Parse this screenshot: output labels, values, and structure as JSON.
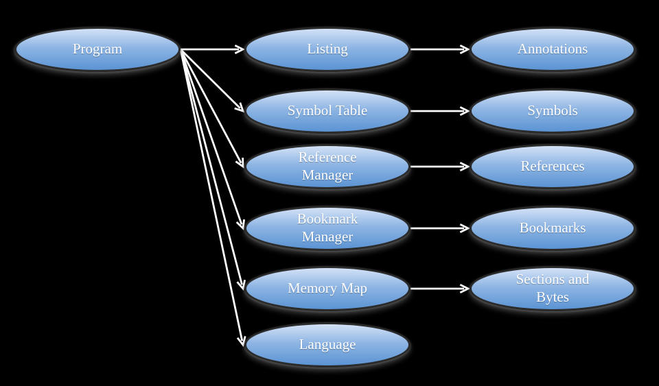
{
  "diagram": {
    "title": "Program object model diagram",
    "colors": {
      "background": "#000000",
      "node_top": "#d3e2f6",
      "node_mid": "#8fb6e4",
      "node_bottom": "#5b93d3",
      "node_border": "#2b2b2b",
      "text": "#ffffff",
      "arrow": "#ffffff"
    },
    "nodes": [
      {
        "id": "program",
        "label": "Program"
      },
      {
        "id": "listing",
        "label": "Listing"
      },
      {
        "id": "symbol-table",
        "label": "Symbol Table"
      },
      {
        "id": "reference-manager",
        "label": "Reference Manager"
      },
      {
        "id": "bookmark-manager",
        "label": "Bookmark Manager"
      },
      {
        "id": "memory-map",
        "label": "Memory Map"
      },
      {
        "id": "language",
        "label": "Language"
      },
      {
        "id": "annotations",
        "label": "Annotations"
      },
      {
        "id": "symbols",
        "label": "Symbols"
      },
      {
        "id": "references",
        "label": "References"
      },
      {
        "id": "bookmarks",
        "label": "Bookmarks"
      },
      {
        "id": "sections-and-bytes",
        "label": "Sections and Bytes"
      }
    ],
    "edges": [
      {
        "from": "program",
        "to": "listing"
      },
      {
        "from": "program",
        "to": "symbol-table"
      },
      {
        "from": "program",
        "to": "reference-manager"
      },
      {
        "from": "program",
        "to": "bookmark-manager"
      },
      {
        "from": "program",
        "to": "memory-map"
      },
      {
        "from": "program",
        "to": "language"
      },
      {
        "from": "listing",
        "to": "annotations"
      },
      {
        "from": "symbol-table",
        "to": "symbols"
      },
      {
        "from": "reference-manager",
        "to": "references"
      },
      {
        "from": "bookmark-manager",
        "to": "bookmarks"
      },
      {
        "from": "memory-map",
        "to": "sections-and-bytes"
      }
    ]
  }
}
